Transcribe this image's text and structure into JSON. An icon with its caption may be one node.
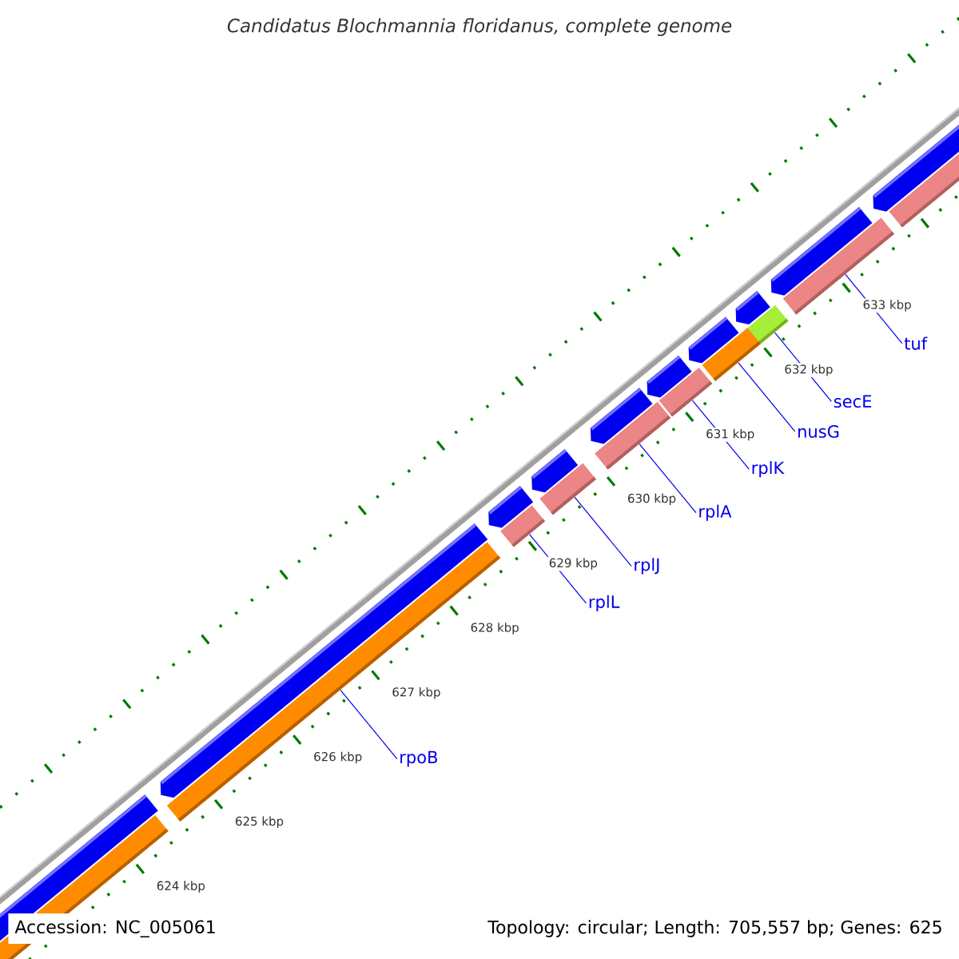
{
  "diagram": {
    "title": "Candidatus Blochmannia floridanus, complete genome",
    "nodes": [
      {
        "text": [
          "rpoB"
        ]
      },
      {
        "text": [
          "rplL"
        ]
      },
      {
        "text": [
          "rplJ"
        ]
      },
      {
        "text": [
          "rplA"
        ]
      },
      {
        "text": [
          "rplK"
        ]
      },
      {
        "text": [
          "nusG"
        ]
      },
      {
        "text": [
          "secE"
        ]
      },
      {
        "text": [
          "tuf"
        ]
      },
      {
        "text": [],
        "shape": "bar"
      },
      {
        "text": [],
        "shape": "bar"
      },
      {
        "text": [],
        "shape": "bar"
      },
      {
        "text": [],
        "shape": "bar"
      },
      {
        "text": [],
        "shape": "bar"
      },
      {
        "text": [],
        "shape": "bar"
      },
      {
        "text": [],
        "shape": "bar"
      },
      {
        "text": [],
        "shape": "bar"
      }
    ],
    "edges": [
      {
        "from": 0,
        "to": 8,
        "arrow": "none"
      },
      {
        "from": 1,
        "to": 9,
        "arrow": "none"
      },
      {
        "from": 2,
        "to": 10,
        "arrow": "none"
      },
      {
        "from": 3,
        "to": 11,
        "arrow": "none"
      },
      {
        "from": 4,
        "to": 12,
        "arrow": "none"
      },
      {
        "from": 5,
        "to": 13,
        "arrow": "none"
      },
      {
        "from": 6,
        "to": 14,
        "arrow": "none"
      },
      {
        "from": 7,
        "to": 15,
        "arrow": "none"
      }
    ],
    "labels": [
      "624 kbp",
      "625 kbp",
      "626 kbp",
      "627 kbp",
      "628 kbp",
      "629 kbp",
      "630 kbp",
      "631 kbp",
      "632 kbp",
      "633 kbp",
      "Accession: NC_005061",
      "Topology: circular; Length: 705,557 bp; Genes: 625"
    ]
  }
}
